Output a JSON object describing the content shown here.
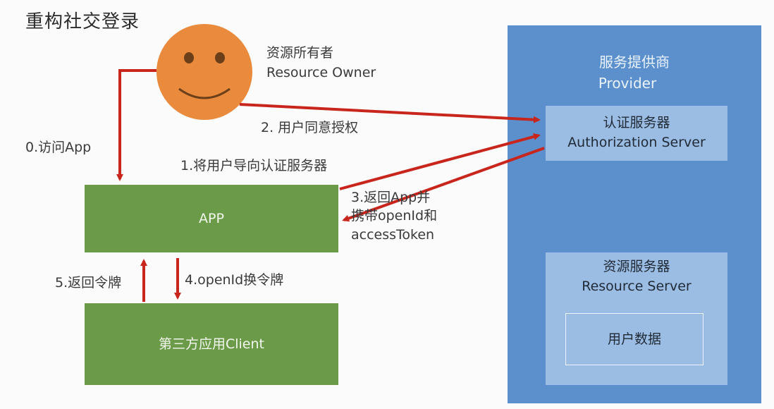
{
  "title": "重构社交登录",
  "owner": {
    "label_cn": "资源所有者",
    "label_en": "Resource Owner"
  },
  "provider": {
    "title_cn": "服务提供商",
    "title_en": "Provider",
    "auth_server": {
      "cn": "认证服务器",
      "en": "Authorization Server"
    },
    "resource_server": {
      "cn": "资源服务器",
      "en": "Resource Server",
      "data": "用户数据"
    }
  },
  "app": {
    "label": "APP"
  },
  "client": {
    "label": "第三方应用Client"
  },
  "steps": {
    "s0": "0.访问App",
    "s1": "1.将用户导向认证服务器",
    "s2": "2. 用户同意授权",
    "s3_line1": "3.返回App并",
    "s3_line2": "携带openId和",
    "s3_line3": "accessToken",
    "s4": "4.openId换令牌",
    "s5": "5.返回令牌"
  },
  "colors": {
    "arrow": "#c8261c",
    "face": "#e98a3c",
    "provider": "#5b90cc",
    "green": "#6b9a48"
  }
}
